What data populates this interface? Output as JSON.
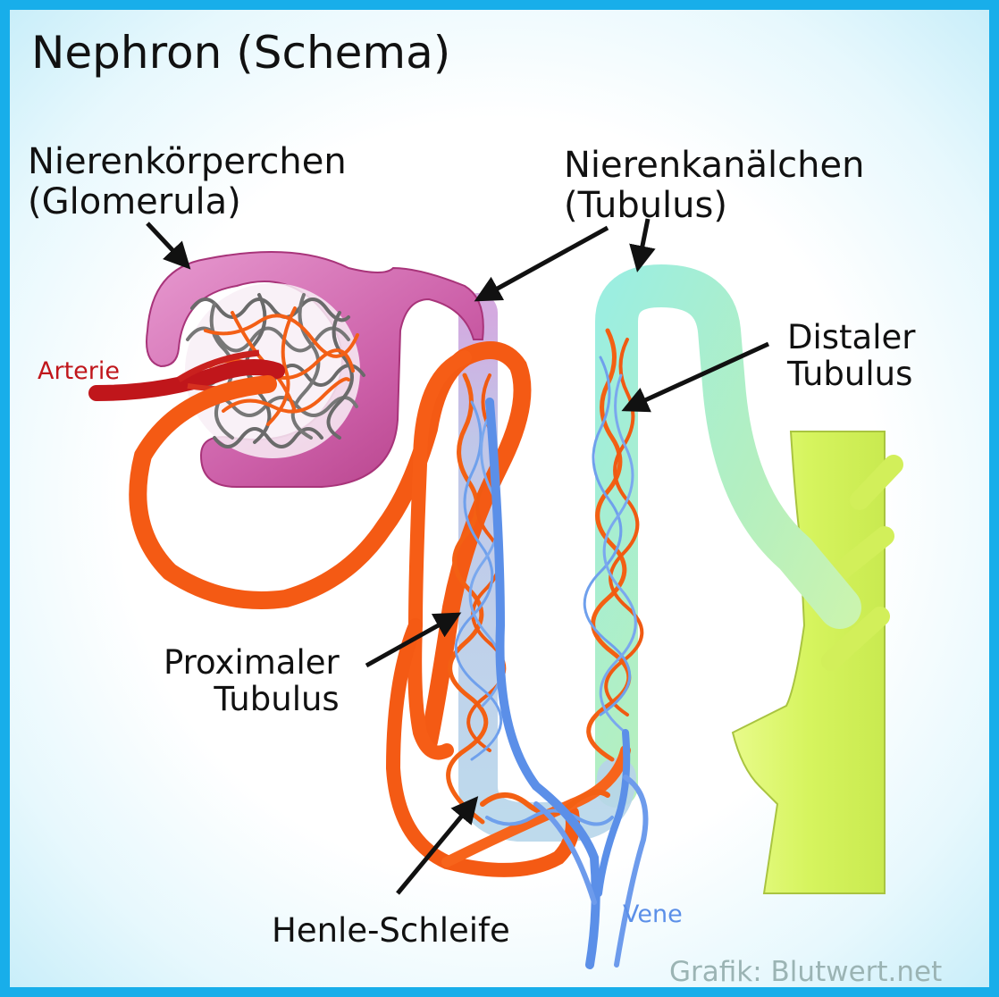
{
  "title": "Nephron (Schema)",
  "labels": {
    "corpuscle_line1": "Nierenkörperchen",
    "corpuscle_line2": "(Glomerula)",
    "tubule_line1": "Nierenkanälchen",
    "tubule_line2": "(Tubulus)",
    "distal_line1": "Distaler",
    "distal_line2": "Tubulus",
    "proximal_line1": "Proximaler",
    "proximal_line2": "Tubulus",
    "henle": "Henle-Schleife",
    "artery": "Arterie",
    "vein": "Vene"
  },
  "credit": "Grafik: Blutwert.net",
  "colors": {
    "border": "#18aeea",
    "artery": "#c0161b",
    "vessel_orange": "#f45a14",
    "vein_blue": "#5b8fe8",
    "capsule_pink": "#d070b0",
    "distal_green": "#b8ee80",
    "collecting_duct": "#dcf870",
    "credit_text": "#9bb4b4"
  }
}
